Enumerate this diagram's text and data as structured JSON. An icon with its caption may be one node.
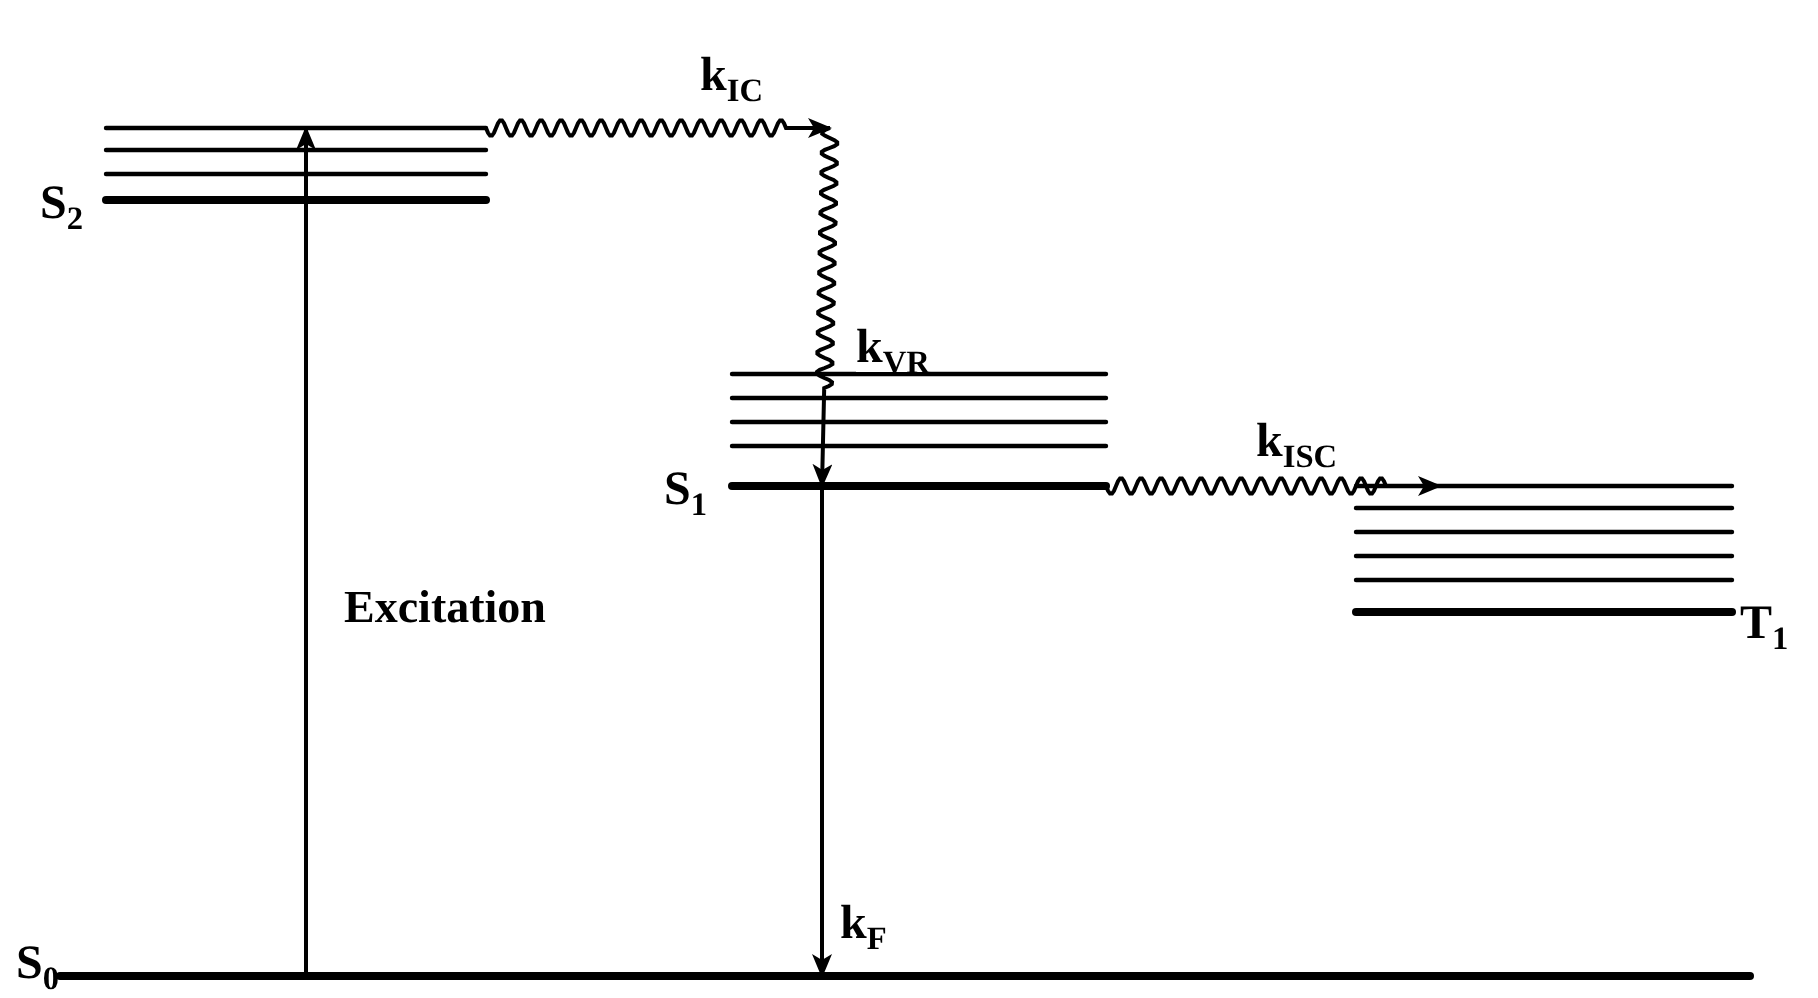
{
  "diagram": {
    "nodes": [
      {
        "text": [
          "S$_{2}$"
        ]
      },
      {
        "text": [
          "S$_{1}$"
        ]
      },
      {
        "text": [
          "T$_{1}$"
        ]
      },
      {
        "text": [
          "S$_{0}$"
        ]
      }
    ],
    "edges": [
      {
        "from": 3,
        "to": 0,
        "arrow": "to",
        "label": "Excitation"
      },
      {
        "from": 0,
        "to": null,
        "arrow": "to",
        "label": "k$_{IC}$"
      },
      {
        "from": null,
        "to": 1,
        "arrow": "to",
        "label": "k$_{VR}$"
      },
      {
        "from": 1,
        "to": 2,
        "arrow": "to",
        "label": "k$_{ISC}$"
      },
      {
        "from": 1,
        "to": 3,
        "arrow": "to",
        "label": "k$_{F}$"
      }
    ]
  }
}
